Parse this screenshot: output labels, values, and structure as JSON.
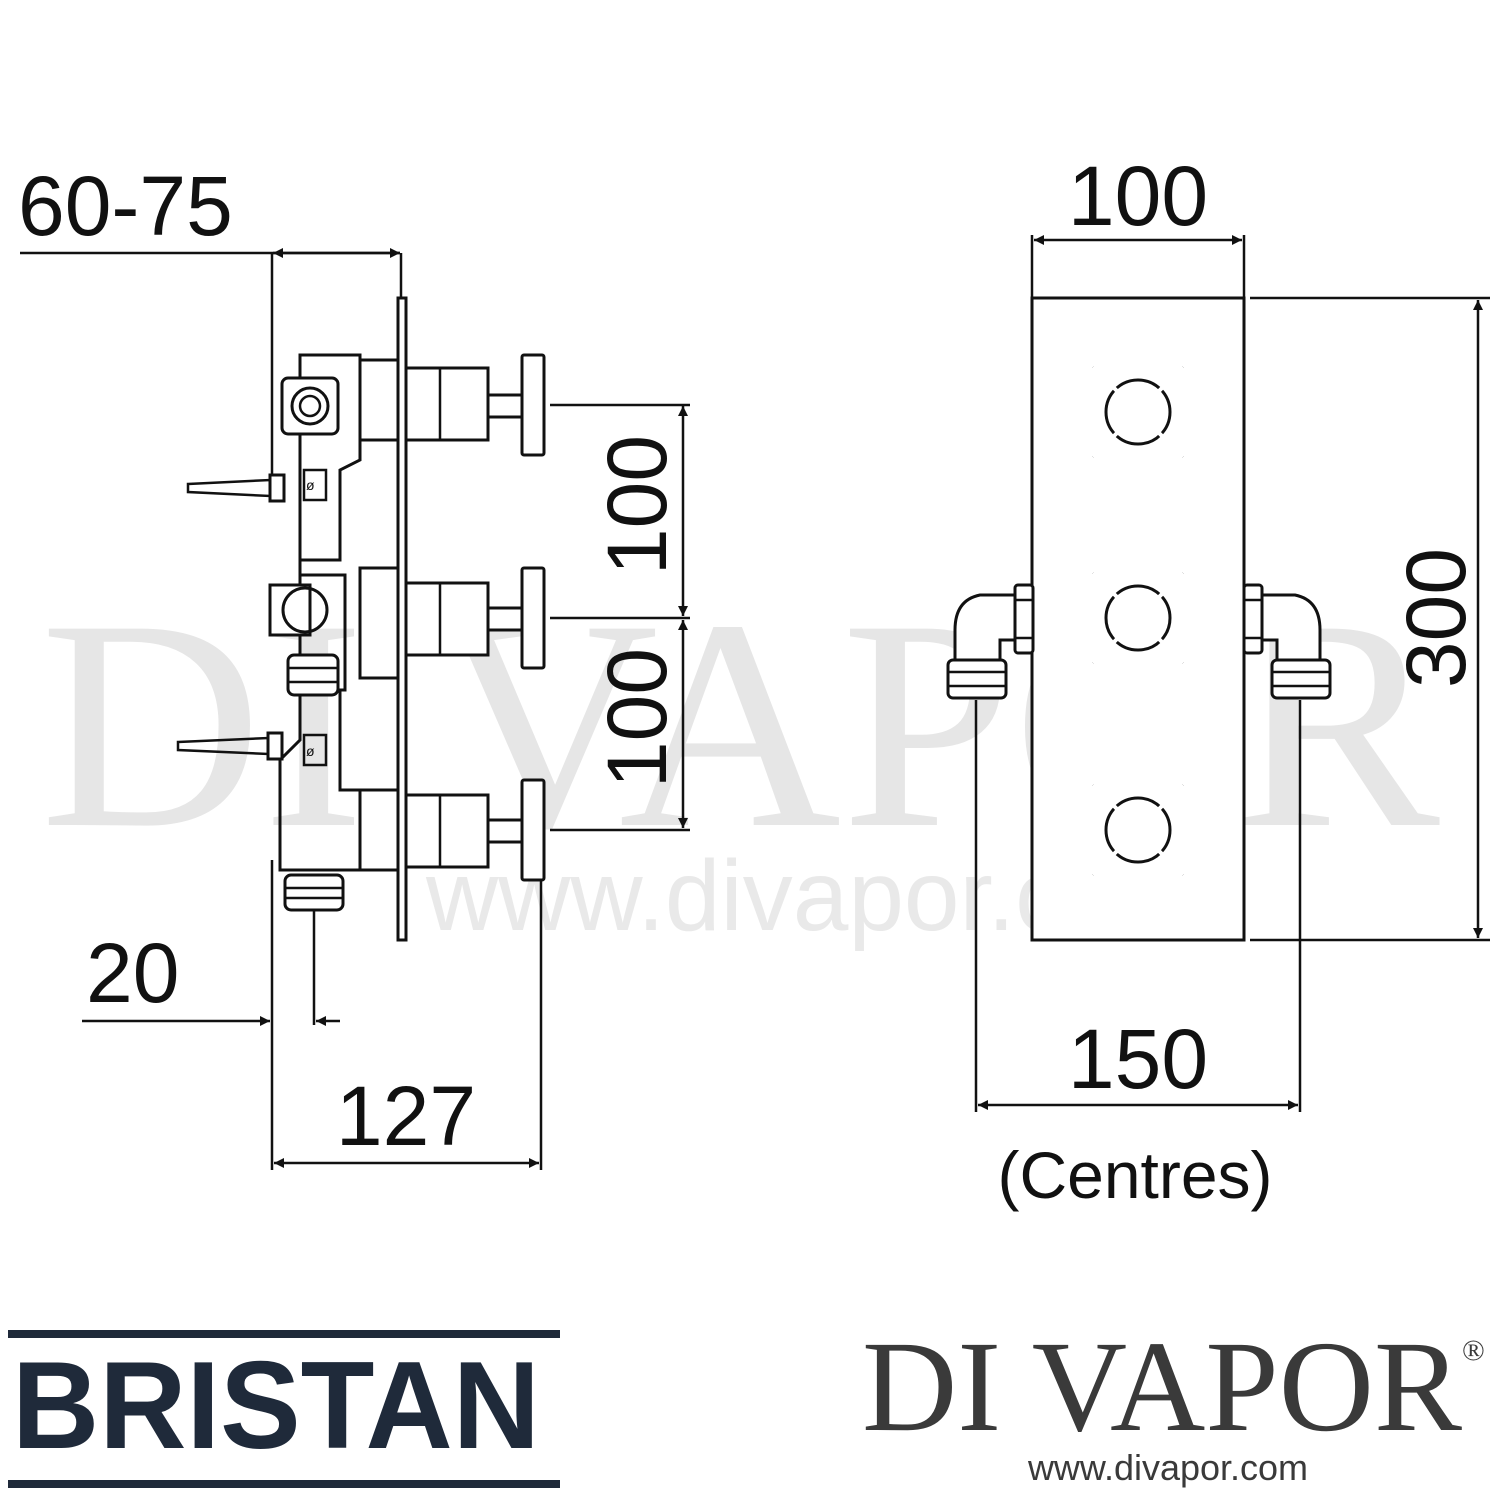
{
  "side_view": {
    "dim_depth": "60-75",
    "dim_spacing_top": "100",
    "dim_spacing_bottom": "100",
    "dim_offset": "20",
    "dim_total_depth": "127"
  },
  "front_view": {
    "dim_plate_width": "100",
    "dim_plate_height": "300",
    "dim_centres": "150",
    "centres_label": "(Centres)"
  },
  "watermark": {
    "text": "DI VAPOR",
    "url": "www.divapor.com"
  },
  "brand": {
    "name": "BRISTAN",
    "color": "#1f2a3a"
  },
  "dealer": {
    "name": "DI VAPOR",
    "registered_mark": "®",
    "url": "www.divapor.com",
    "color": "#3a3a3a"
  }
}
